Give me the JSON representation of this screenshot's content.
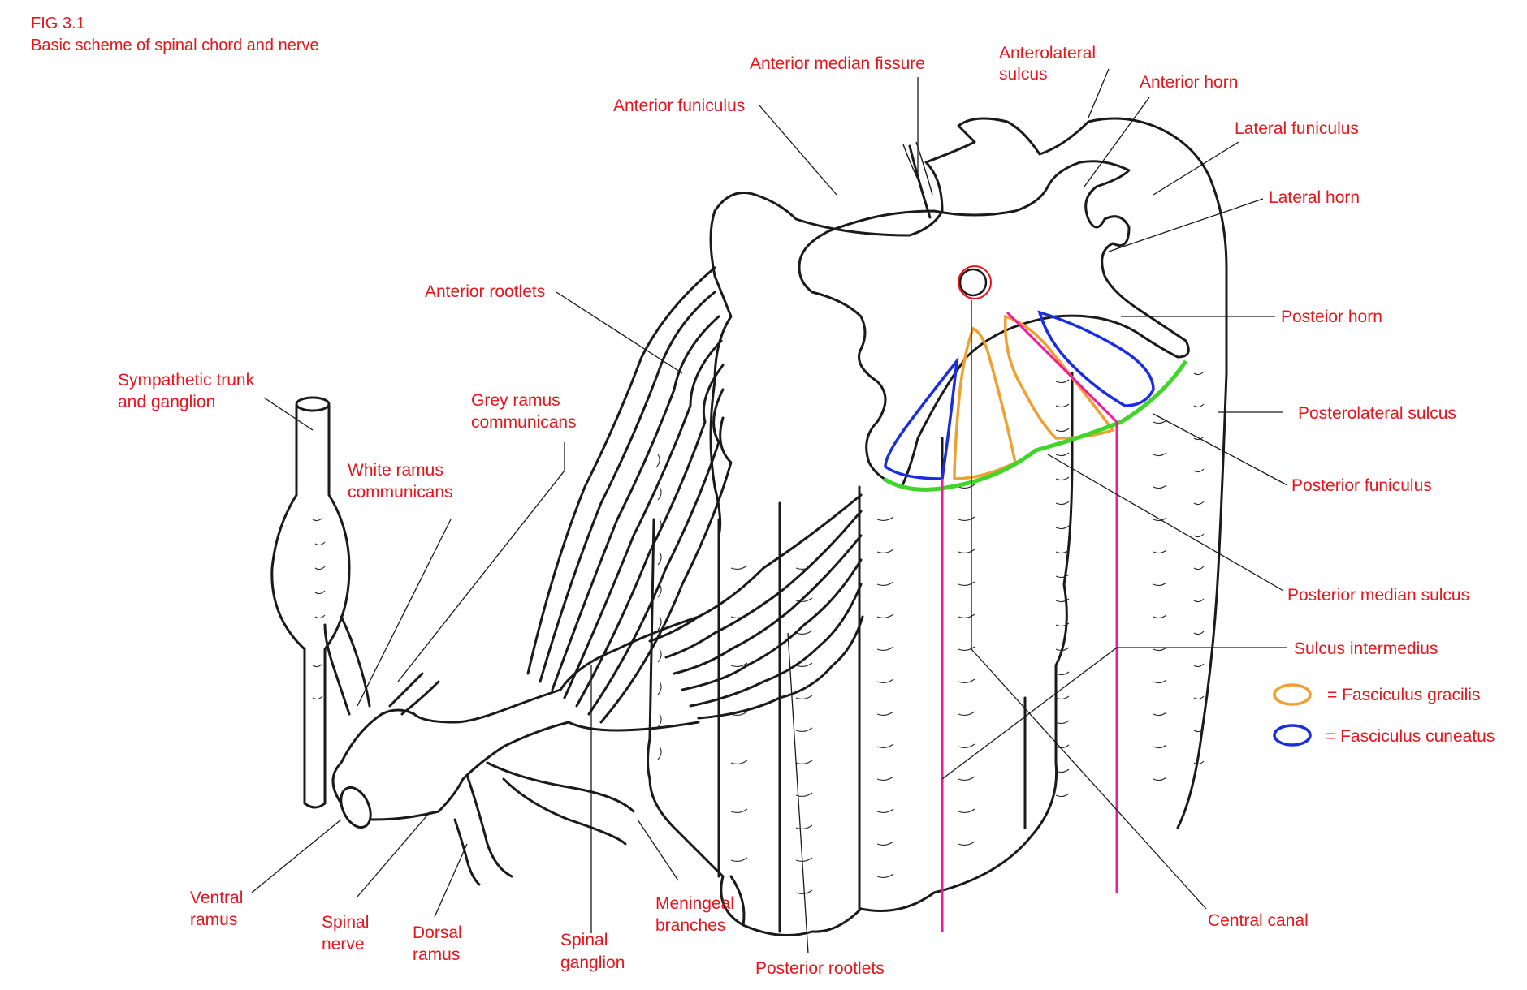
{
  "figure": {
    "number": "FIG 3.1",
    "title": "Basic scheme of spinal chord and nerve"
  },
  "labels": {
    "anterior_median_fissure": "Anterior median fissure",
    "anterolateral_sulcus": [
      "Anterolateral",
      "sulcus"
    ],
    "anterior_horn": "Anterior horn",
    "anterior_funiculus": "Anterior funiculus",
    "lateral_funiculus": "Lateral funiculus",
    "lateral_horn": "Lateral horn",
    "anterior_rootlets": "Anterior rootlets",
    "posterior_horn": "Posteior horn",
    "sympathetic_trunk": [
      "Sympathetic trunk",
      "and ganglion"
    ],
    "grey_ramus": [
      "Grey ramus",
      "communicans"
    ],
    "posterolateral_sulcus": "Posterolateral sulcus",
    "white_ramus": [
      "White ramus",
      "communicans"
    ],
    "posterior_funiculus": "Posterior funiculus",
    "posterior_median_sulcus": "Posterior median sulcus",
    "sulcus_intermedius": "Sulcus intermedius",
    "ventral_ramus": [
      "Ventral",
      "ramus"
    ],
    "spinal_nerve": [
      "Spinal",
      "nerve"
    ],
    "dorsal_ramus": [
      "Dorsal",
      "ramus"
    ],
    "spinal_ganglion": [
      "Spinal",
      "ganglion"
    ],
    "meningeal_branches": [
      "Meningeal",
      "branches"
    ],
    "posterior_rootlets": "Posterior rootlets",
    "central_canal": "Central canal"
  },
  "legend": [
    {
      "text": "= Fasciculus gracilis",
      "color": "#f0a030"
    },
    {
      "text": "= Fasciculus cuneatus",
      "color": "#1a2ee0"
    }
  ],
  "colors": {
    "label_text": "#e8141c",
    "posterior_funiculus_line": "#3fd629",
    "posterior_median_sulcus_line": "#5ad0f0",
    "sulcus_intermedius_line": "#f01a9a",
    "fasciculus_gracilis": "#f0a030",
    "fasciculus_cuneatus": "#1a2ee0",
    "ink": "#1a1a1a"
  }
}
